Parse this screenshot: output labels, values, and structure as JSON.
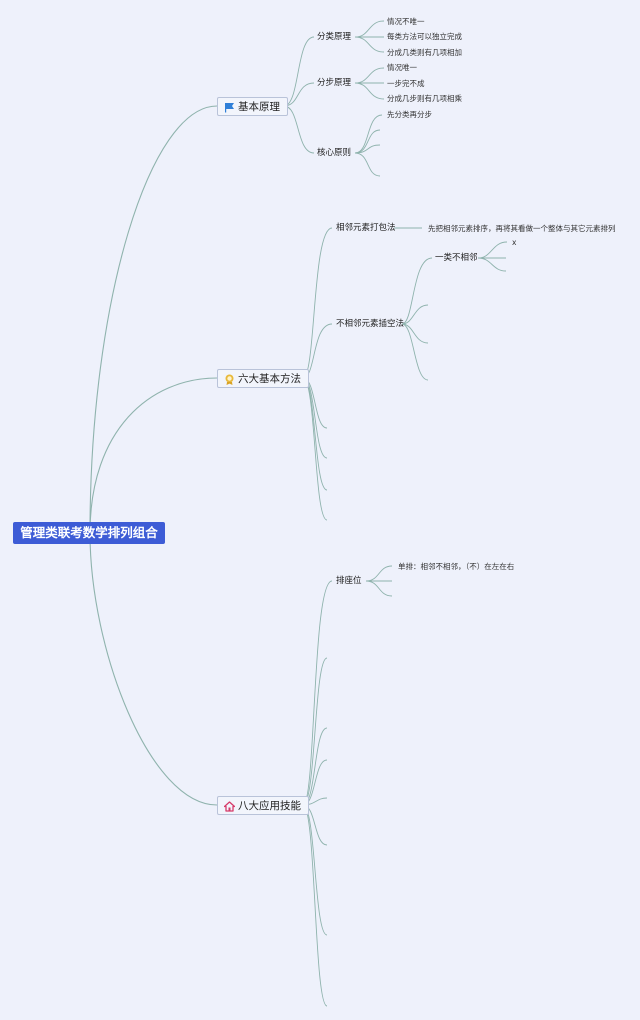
{
  "root": {
    "label": "管理类联考数学排列组合"
  },
  "topics": {
    "basic": {
      "label": "基本原理",
      "icon": "flag-icon",
      "children": {
        "classify": {
          "label": "分类原理",
          "leaves": [
            "情况不唯一",
            "每类方法可以独立完成",
            "分成几类则有几项相加"
          ]
        },
        "step": {
          "label": "分步原理",
          "leaves": [
            "情况唯一",
            "一步完不成",
            "分成几步则有几项相乘"
          ]
        },
        "core": {
          "label": "核心原则",
          "leaves": [
            "先分类再分步"
          ]
        }
      }
    },
    "six": {
      "label": "六大基本方法",
      "icon": "badge-icon",
      "children": {
        "bundle": {
          "label": "相邻元素打包法",
          "leaf": "先把相邻元素排序，再将其看做一个整体与其它元素排列"
        },
        "gap": {
          "label": "不相邻元素插空法",
          "sub": {
            "label": "一类不相邻",
            "leaf": "x"
          }
        }
      }
    },
    "eight": {
      "label": "八大应用技能",
      "icon": "home-icon",
      "children": {
        "seat": {
          "label": "排座位",
          "leaf": "单排：相邻不相邻，（不）在左在右"
        }
      }
    }
  },
  "colors": {
    "background": "#eef1fb",
    "root": "#3d5cd6",
    "link": "#8fb3ad",
    "flag": "#2f7fd8",
    "badge": "#e8b93a",
    "home": "#d63b6a"
  }
}
